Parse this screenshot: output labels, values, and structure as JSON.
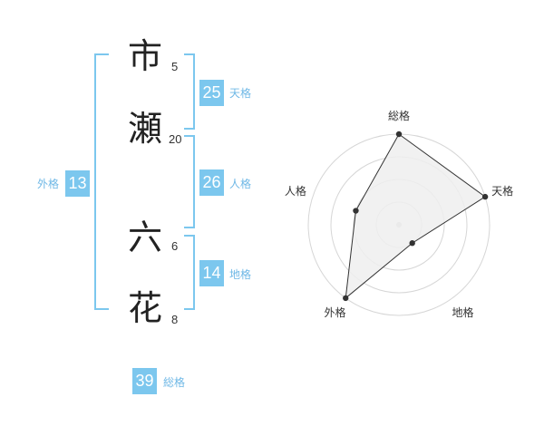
{
  "name": {
    "chars": [
      {
        "char": "市",
        "strokes": "5"
      },
      {
        "char": "瀬",
        "strokes": "20"
      },
      {
        "char": "六",
        "strokes": "6"
      },
      {
        "char": "花",
        "strokes": "8"
      }
    ]
  },
  "scores": {
    "tenkaku": {
      "value": "25",
      "label": "天格"
    },
    "jinkaku": {
      "value": "26",
      "label": "人格"
    },
    "chikaku": {
      "value": "14",
      "label": "地格"
    },
    "gaikaku": {
      "value": "13",
      "label": "外格"
    },
    "soukaku": {
      "value": "39",
      "label": "総格"
    }
  },
  "colors": {
    "accent": "#7cc7ee",
    "label": "#6fb8e6",
    "polygon_fill": "#eeeeee",
    "polygon_stroke": "#333333"
  },
  "chart_data": {
    "type": "radar",
    "axes": [
      "総格",
      "天格",
      "地格",
      "外格",
      "人格"
    ],
    "values": [
      4,
      4,
      1,
      4,
      2
    ],
    "rmax": 4,
    "rings": 4,
    "grid": true
  }
}
